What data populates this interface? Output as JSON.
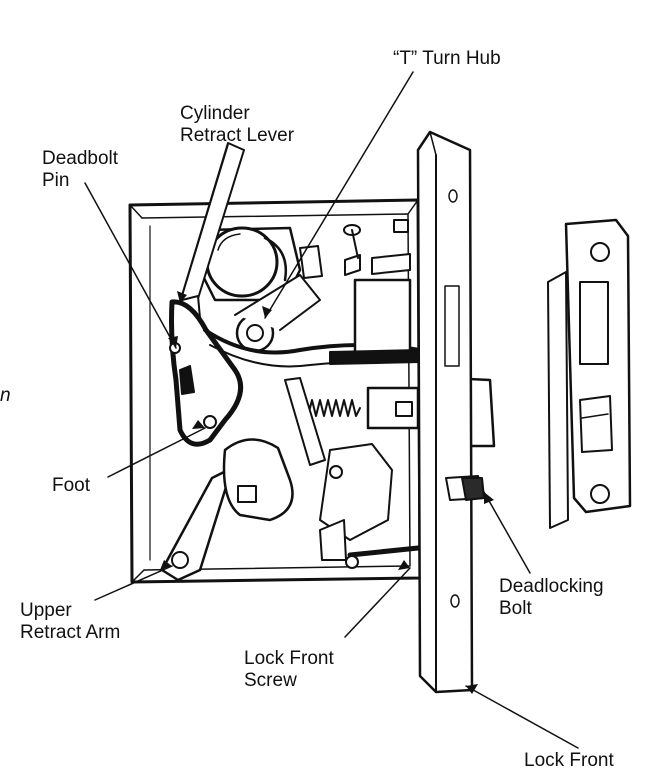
{
  "labels": {
    "t_turn_hub": [
      "“T” Turn Hub"
    ],
    "cylinder_retract_lever": [
      "Cylinder",
      "Retract Lever"
    ],
    "deadbolt_pin": [
      "Deadbolt",
      "Pin"
    ],
    "foot": [
      "Foot"
    ],
    "upper_retract_arm": [
      "Upper",
      "Retract Arm"
    ],
    "lock_front_screw": [
      "Lock Front",
      "Screw"
    ],
    "deadlocking_bolt": [
      "Deadlocking",
      "Bolt"
    ],
    "lock_front": [
      "Lock Front"
    ],
    "edge_fragment": [
      "n"
    ]
  },
  "colors": {
    "ink": "#111111",
    "paper": "#ffffff",
    "shade": "#2a2a2a"
  }
}
